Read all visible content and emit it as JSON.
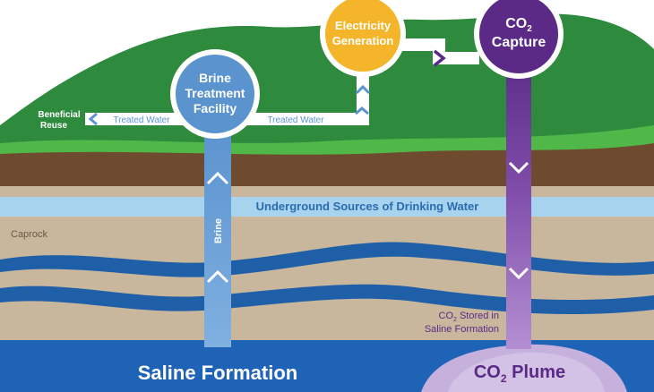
{
  "nodes": {
    "brine_treatment": {
      "line1": "Brine",
      "line2": "Treatment",
      "line3": "Facility"
    },
    "electricity": {
      "line1": "Electricity",
      "line2": "Generation"
    },
    "co2_capture": {
      "line1": "CO",
      "sub": "2",
      "line2": "Capture"
    }
  },
  "labels": {
    "beneficial_reuse_1": "Beneficial",
    "beneficial_reuse_2": "Reuse",
    "treated_water_left": "Treated Water",
    "treated_water_right": "Treated Water",
    "usdw": "Underground Sources of Drinking Water",
    "caprock": "Caprock",
    "brine": "Brine",
    "co2_stored_1_a": "CO",
    "co2_stored_1_sub": "2",
    "co2_stored_1_b": " Stored in",
    "co2_stored_2": "Saline Formation",
    "saline_formation": "Saline Formation",
    "co2_plume_a": "CO",
    "co2_plume_sub": "2",
    "co2_plume_b": " Plume"
  },
  "colors": {
    "sky": "#ffffff",
    "grass": "#2e8a3c",
    "grass_light": "#4fb848",
    "soil": "#6e4a2f",
    "sand": "#c8b79d",
    "usdw_band": "#a7d3ee",
    "aquifer_blue": "#1f5fa8",
    "saline_blue": "#1e63b5",
    "brine_blue": "#6aa0d8",
    "treatment_blue": "#5b93cf",
    "electricity_yellow": "#f4b52a",
    "co2_purple": "#5a2a86",
    "co2_light": "#a97bc6",
    "plume_purple": "#c6b1dc",
    "label_blue": "#2b6cb0",
    "label_purple": "#5a2a86"
  }
}
